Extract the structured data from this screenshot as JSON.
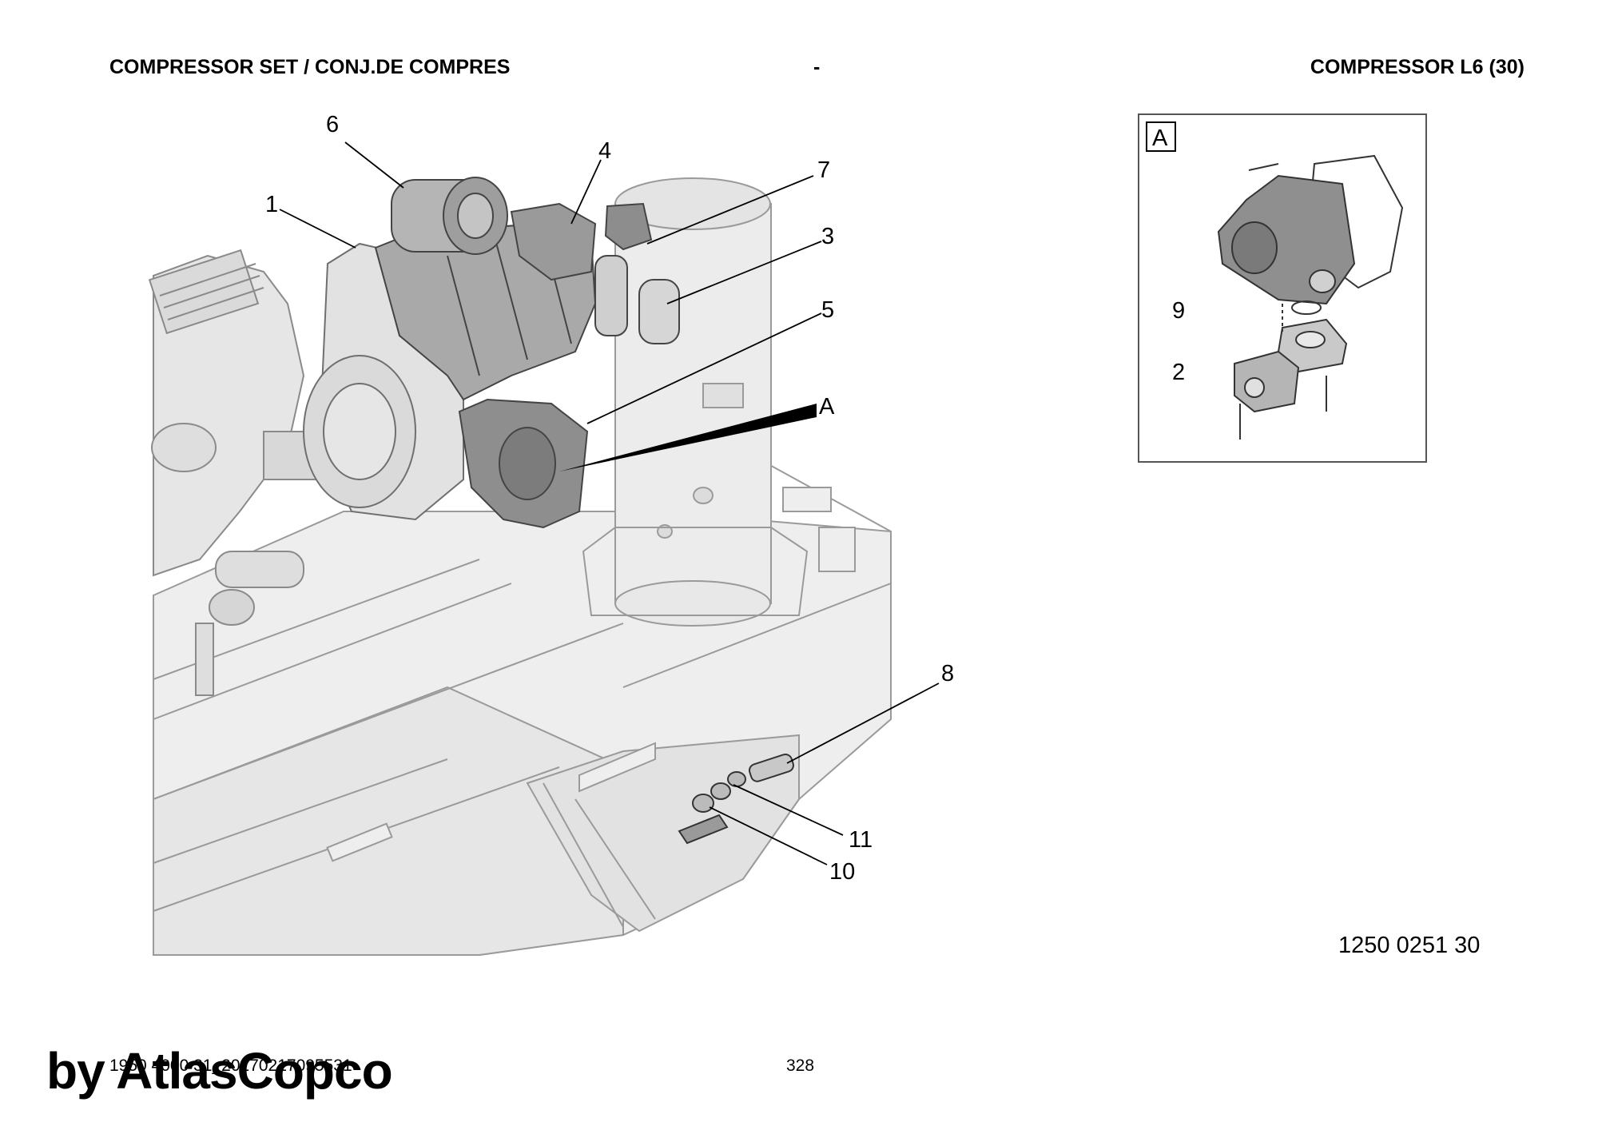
{
  "header": {
    "left": "COMPRESSOR SET / CONJ.DE COMPRES",
    "center": "-",
    "right": "COMPRESSOR L6 (30)"
  },
  "callouts": {
    "c1": "1",
    "c2": "2",
    "c3": "3",
    "c4": "4",
    "c5": "5",
    "c6": "6",
    "c7": "7",
    "c8": "8",
    "c9": "9",
    "c10": "10",
    "c11": "11",
    "cA": "A"
  },
  "detail": {
    "label": "A"
  },
  "part_number": "1250 0251 30",
  "footer": {
    "doc_ref": "1950 4000 31_20170217095531",
    "page": "328",
    "watermark": "by AtlasCopco"
  }
}
